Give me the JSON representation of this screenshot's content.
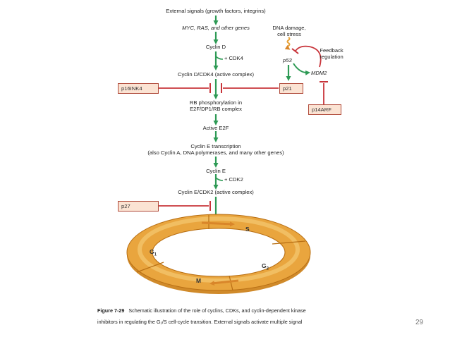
{
  "diagram": {
    "external_signals": "External signals (growth factors, integrins)",
    "myc_ras": "MYC, RAS, and other genes",
    "cyclin_d": "Cyclin D",
    "plus_cdk4": "+ CDK4",
    "cyclin_d_cdk4": "Cyclin D/CDK4 (active complex)",
    "rb_phospho_1": "RB phosphorylation in",
    "rb_phospho_2": "E2F/DP1/RB complex",
    "active_e2f": "Active E2F",
    "cyclin_e_tx_1": "Cyclin E transcription",
    "cyclin_e_tx_2": "(also Cyclin A, DNA polymerases, and many other genes)",
    "cyclin_e": "Cyclin E",
    "plus_cdk2": "+ CDK2",
    "cyclin_e_cdk2": "Cyclin E/CDK2 (active complex)",
    "dna_damage_1": "DNA damage,",
    "dna_damage_2": "cell stress",
    "p53": "p53",
    "feedback_1": "Feedback",
    "feedback_2": "regulation",
    "mdm2": "MDM2",
    "p16ink4": "p16INK4",
    "p21": "p21",
    "p14arf": "p14ARF",
    "p27": "p27",
    "phase_s": "S",
    "phase_g1": "G",
    "phase_g1_sub": "1",
    "phase_g2": "G",
    "phase_g2_sub": "2",
    "phase_m": "M"
  },
  "caption": {
    "label": "Figure 7-29",
    "line1": "Schematic illustration of the role of cyclins, CDKs, and cyclin-dependent kinase",
    "line2": "inhibitors in regulating the G₁/S cell-cycle transition. External signals activate multiple signal"
  },
  "page_number": "29",
  "colors": {
    "activation_arrow": "#2e9a55",
    "inhibition": "#c8343a",
    "box_fill": "#fbe3d3",
    "ring_fill": "#e9a53e",
    "ring_edge": "#b86f14",
    "damage_arrow": "#e8a33a"
  }
}
